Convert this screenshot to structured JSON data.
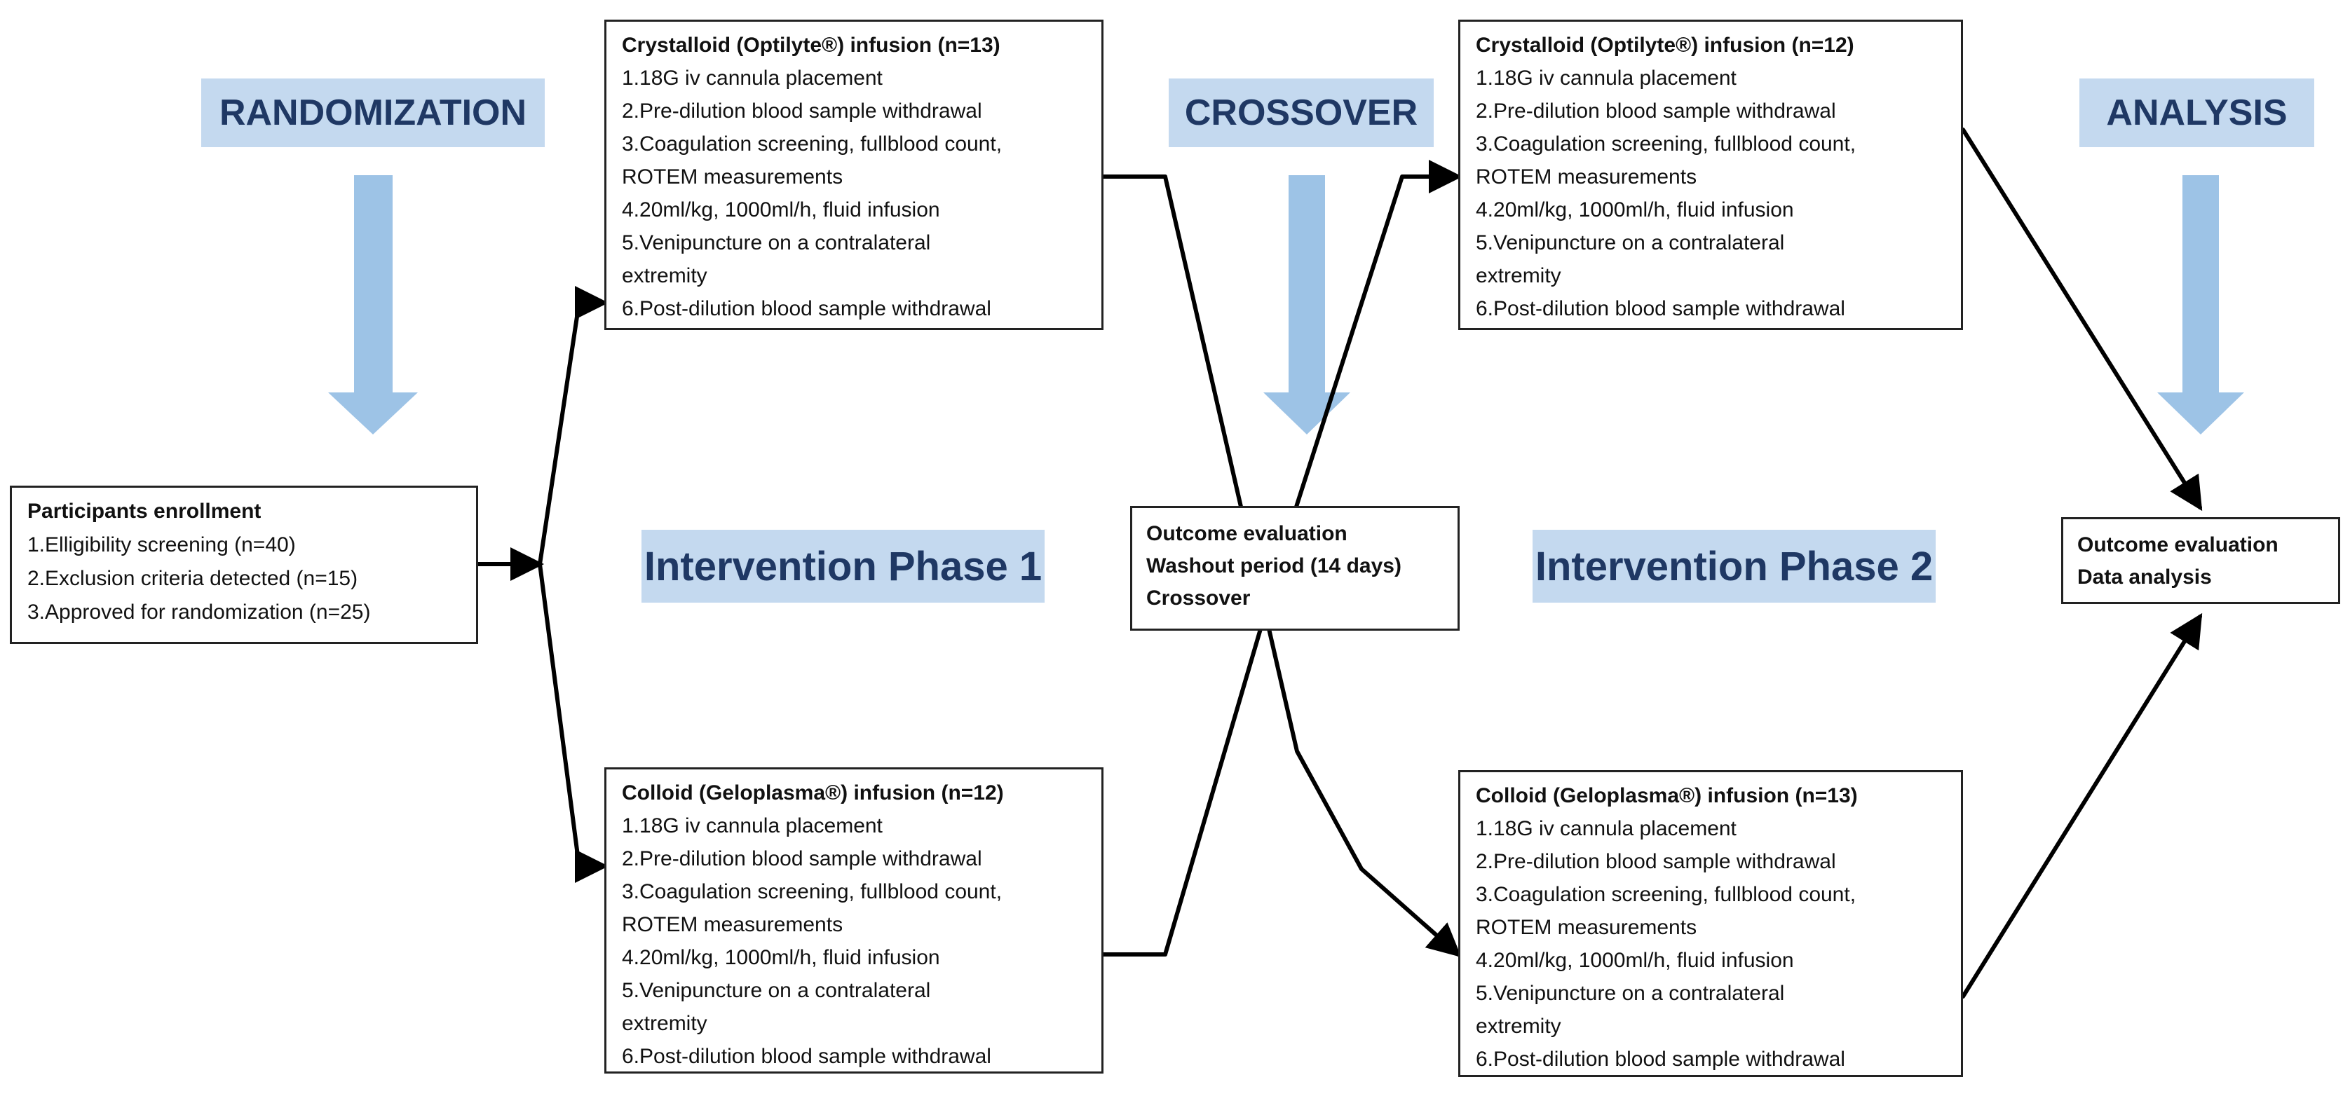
{
  "colors": {
    "label_fill": "#c4d9ef",
    "label_text": "#1f3864",
    "down_arrow": "#9dc3e6",
    "connector": "#000000"
  },
  "stages": {
    "randomization": "RANDOMIZATION",
    "crossover": "CROSSOVER",
    "analysis": "ANALYSIS"
  },
  "phases": {
    "phase1": "Intervention Phase 1",
    "phase2": "Intervention Phase 2"
  },
  "enrollment": {
    "title": "Participants enrollment",
    "items": [
      "1.Elligibility screening (n=40)",
      "2.Exclusion criteria detected (n=15)",
      "3.Approved for randomization (n=25)"
    ]
  },
  "phase1_top": {
    "title": "Crystalloid (Optilyte®) infusion (n=13)",
    "items": [
      "1.18G iv cannula placement",
      "2.Pre-dilution blood sample withdrawal",
      "3.Coagulation screening, fullblood count,",
      "ROTEM measurements",
      "4.20ml/kg, 1000ml/h, fluid infusion",
      "5.Venipuncture on a contralateral",
      "extremity",
      "6.Post-dilution blood sample withdrawal"
    ]
  },
  "phase1_bottom": {
    "title": "Colloid (Geloplasma®) infusion (n=12)",
    "items": [
      "1.18G iv cannula placement",
      "2.Pre-dilution blood sample withdrawal",
      "3.Coagulation screening, fullblood count,",
      "ROTEM measurements",
      "4.20ml/kg, 1000ml/h, fluid infusion",
      "5.Venipuncture on a contralateral",
      "extremity",
      "6.Post-dilution blood sample withdrawal"
    ]
  },
  "phase2_top": {
    "title": "Crystalloid (Optilyte®) infusion (n=12)",
    "items": [
      "1.18G iv cannula placement",
      "2.Pre-dilution blood sample withdrawal",
      "3.Coagulation screening, fullblood count,",
      "ROTEM measurements",
      "4.20ml/kg, 1000ml/h, fluid infusion",
      "5.Venipuncture on a contralateral",
      "extremity",
      "6.Post-dilution blood sample withdrawal"
    ]
  },
  "phase2_bottom": {
    "title": "Colloid (Geloplasma®) infusion (n=13)",
    "items": [
      "1.18G iv cannula placement",
      "2.Pre-dilution blood sample withdrawal",
      "3.Coagulation screening, fullblood count,",
      "ROTEM measurements",
      "4.20ml/kg, 1000ml/h, fluid infusion",
      "5.Venipuncture on a contralateral",
      "extremity",
      "6.Post-dilution blood sample withdrawal"
    ]
  },
  "crossover_box": {
    "lines": [
      "Outcome evaluation",
      "Washout period (14 days)",
      "Crossover"
    ]
  },
  "final_box": {
    "lines": [
      "Outcome evaluation",
      "Data analysis"
    ]
  }
}
